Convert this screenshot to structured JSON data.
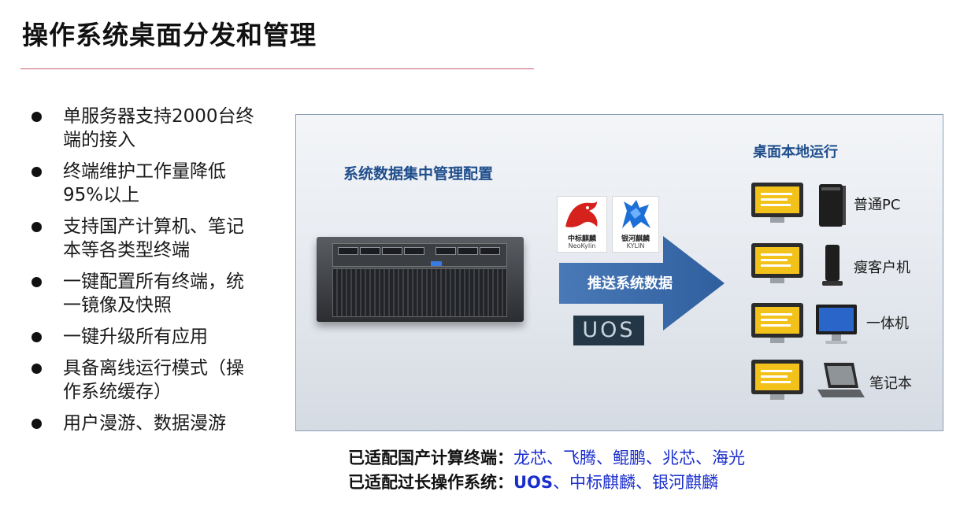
{
  "title": "操作系统桌面分发和管理",
  "bullets": [
    {
      "line1": "单服务器支持2000台终",
      "line2": "端的接入"
    },
    {
      "line1": "终端维护工作量降低",
      "line2": "95%以上"
    },
    {
      "line1": "支持国产计算机、笔记",
      "line2": "本等各类型终端"
    },
    {
      "line1": "一键配置所有终端，统",
      "line2": "一镜像及快照"
    },
    {
      "line1": "一键升级所有应用",
      "line2": ""
    },
    {
      "line1": "具备离线运行模式（操",
      "line2": "作系统缓存）"
    },
    {
      "line1": "用户漫游、数据漫游",
      "line2": ""
    }
  ],
  "diagram": {
    "central_label": "系统数据集中管理配置",
    "local_label": "桌面本地运行",
    "arrow_label": "推送系统数据",
    "logos": {
      "neokylin_cn": "中标麒麟",
      "neokylin_en": "NeoKylin",
      "kylin_cn": "银河麒麟",
      "kylin_en": "KYLIN",
      "uos": "UOS"
    },
    "devices": [
      "普通PC",
      "瘦客户机",
      "一体机",
      "笔记本"
    ]
  },
  "footer": {
    "line1_lead": "已适配国产计算终端：",
    "line1_values": "龙芯、飞腾、鲲鹏、兆芯、海光",
    "line2_lead": "已适配过长操作系统：",
    "line2_uos": "UOS",
    "line2_rest": "、中标麒麟、银河麒麟"
  },
  "colors": {
    "accent_blue": "#1f4e8c",
    "footer_blue": "#1a2ecc",
    "rule_red": "#c9626a",
    "screen_yellow": "#f3c21a"
  }
}
